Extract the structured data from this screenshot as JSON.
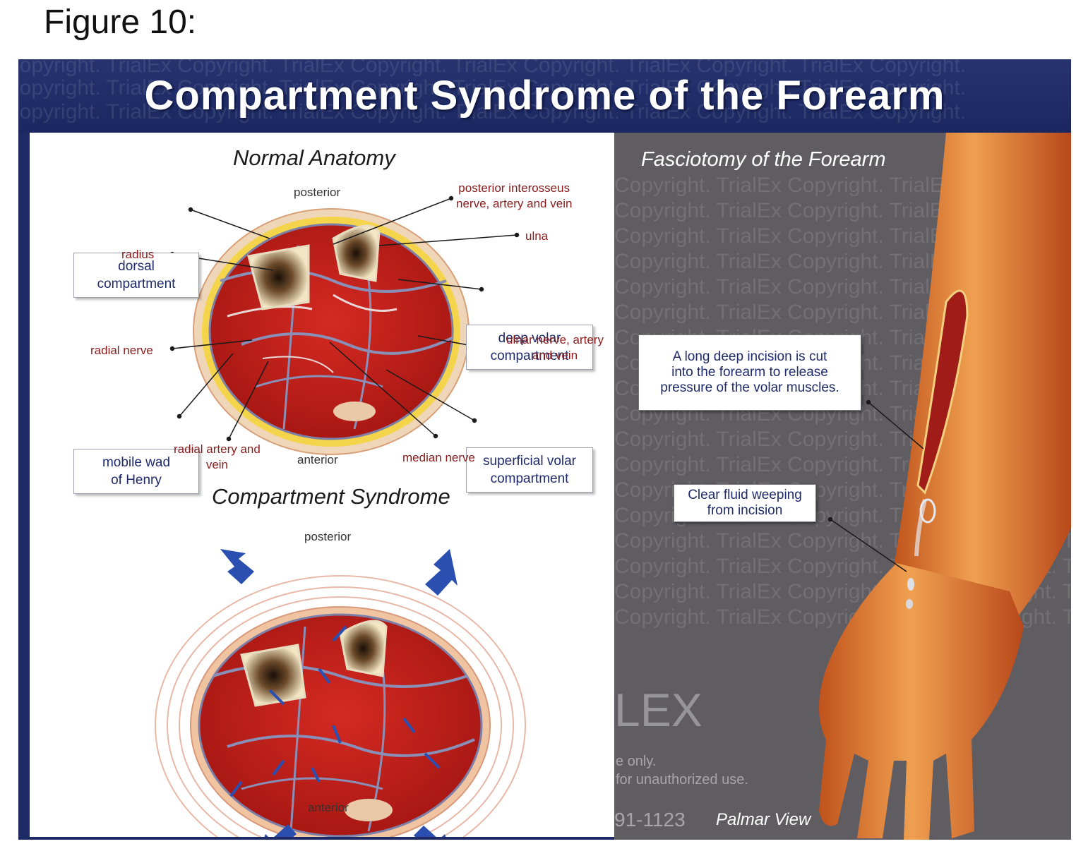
{
  "figure_label": "Figure 10:",
  "title": "Compartment Syndrome of the Forearm",
  "watermark_text": "Copyright. TrialEx Copyright. TrialEx Copyright. TrialEx Copyright. TrialEx Copyright. TrialEx Copyright.",
  "normal": {
    "heading": "Normal Anatomy",
    "posterior": "posterior",
    "anterior": "anterior",
    "labels": {
      "dorsal": "dorsal\ncompartment",
      "radius": "radius",
      "radial_nerve": "radial nerve",
      "mobile_wad": "mobile wad\nof Henry",
      "radial_artery": "radial artery and\nvein",
      "posterior_interosseus": "posterior interosseus\nnerve, artery and vein",
      "ulna": "ulna",
      "deep_volar": "deep volar\ncompartment",
      "ulnar_nerve": "ulnar nerve, artery\nand vein",
      "superficial_volar": "superficial volar\ncompartment",
      "median_nerve": "median nerve"
    }
  },
  "syndrome": {
    "heading": "Compartment Syndrome",
    "posterior": "posterior",
    "anterior": "anterior"
  },
  "fasciotomy": {
    "heading": "Fasciotomy of the Forearm",
    "incision_note": "A long deep incision is cut\ninto the forearm to release\npressure of the volar muscles.",
    "fluid_note": "Clear fluid weeping\nfrom incision",
    "view": "Palmar View",
    "brand": "LEX",
    "code": "91-1123",
    "notice_1": "e only.",
    "notice_2": "for unauthorized use."
  },
  "colors": {
    "banner": "#1d2a66",
    "muscle": "#c0201d",
    "fat": "#f2d24a",
    "label_red": "#8a1c1c",
    "box_text": "#1e2a6a",
    "arrow_blue": "#2a4fb0",
    "skin": "#e8843a"
  }
}
